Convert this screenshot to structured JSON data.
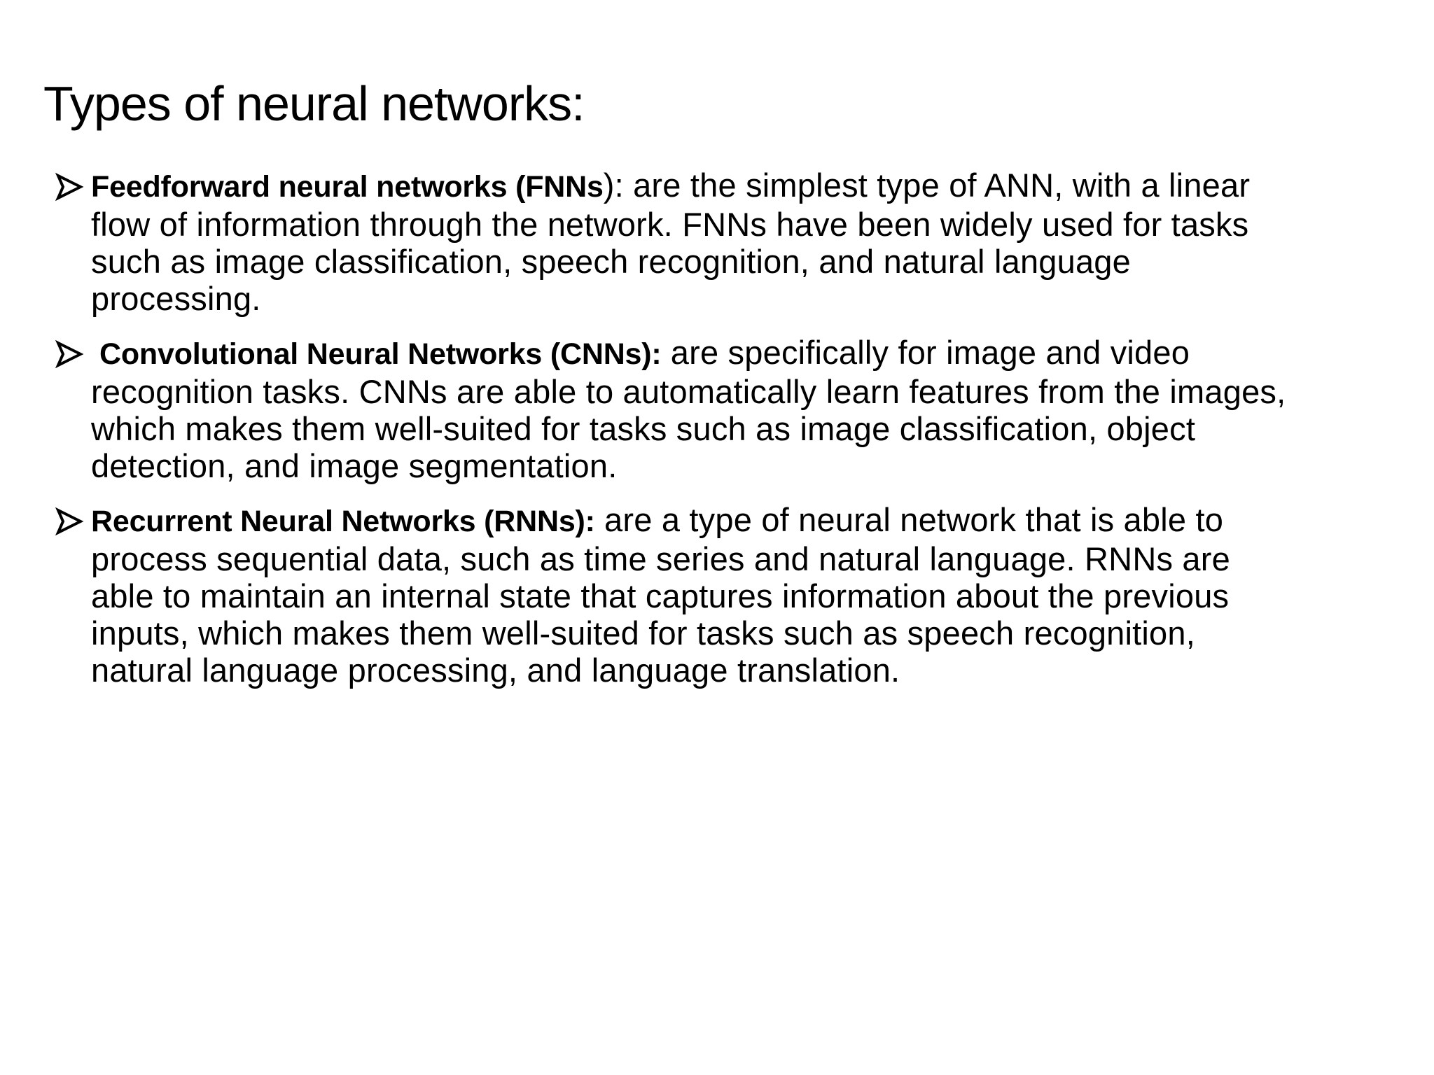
{
  "slide": {
    "title": "Types of neural networks:",
    "bullet_icon": "right-arrow-bullet-icon",
    "items": [
      {
        "term": "Feedforward neural networks (FNNs",
        "description": "): are the simplest type of ANN, with a linear flow of information through the network. FNNs have been widely used for tasks such as image classification, speech recognition, and natural language processing."
      },
      {
        "term": "Convolutional Neural Networks (CNNs):",
        "description": " are specifically for image and video recognition tasks. CNNs are able to automatically learn features from the images, which makes them well-suited for tasks such as image classification, object detection, and image segmentation."
      },
      {
        "term": "Recurrent Neural Networks (RNNs):",
        "description": " are a type of neural network that is able to process sequential data, such as time series and natural language. RNNs are able to maintain an internal state that captures information about the previous inputs, which makes them well-suited for tasks such as speech recognition, natural language processing, and language translation."
      }
    ]
  }
}
